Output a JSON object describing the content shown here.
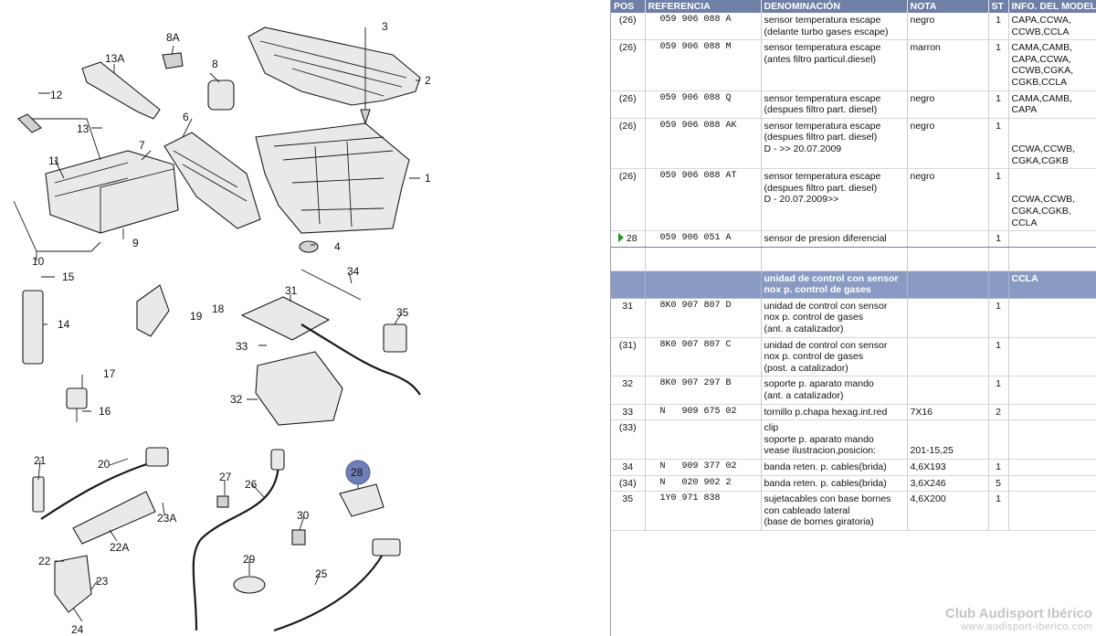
{
  "diagram": {
    "callouts": [
      "1",
      "2",
      "3",
      "4",
      "6",
      "7",
      "8",
      "8A",
      "9",
      "10",
      "11",
      "12",
      "13",
      "13A",
      "14",
      "15",
      "16",
      "17",
      "18",
      "19",
      "20",
      "21",
      "22",
      "22A",
      "23",
      "23A",
      "24",
      "25",
      "26",
      "27",
      "28",
      "29",
      "30",
      "31",
      "32",
      "33",
      "34",
      "35"
    ],
    "highlighted_callout": "28"
  },
  "table": {
    "headers": {
      "pos": "POS",
      "referencia": "REFERENCIA",
      "denominacion": "DENOMINACIÓN",
      "nota": "NOTA",
      "st": "ST",
      "info": "INFO. DEL MODELO"
    },
    "rows": [
      {
        "pos": "(26)",
        "ref": "059 906 088 A",
        "den": "sensor temperatura escape\n(delante turbo gases escape)",
        "nota": "negro",
        "st": "1",
        "info": "CAPA,CCWA,\nCCWB,CCLA"
      },
      {
        "pos": "(26)",
        "ref": "059 906 088 M",
        "den": "sensor temperatura escape\n(antes filtro particul.diesel)",
        "nota": "marron",
        "st": "1",
        "info": "CAMA,CAMB,\nCAPA,CCWA,\nCCWB,CGKA,\nCGKB,CCLA"
      },
      {
        "pos": "(26)",
        "ref": "059 906 088 Q",
        "den": "sensor temperatura escape\n(despues filtro part. diesel)",
        "nota": "negro",
        "st": "1",
        "info": "CAMA,CAMB,\nCAPA"
      },
      {
        "pos": "(26)",
        "ref": "059 906 088 AK",
        "den": "sensor temperatura escape\n(despues filtro part. diesel)\nD -          >>  20.07.2009",
        "nota": "negro",
        "st": "\n\n1",
        "info": "\n\nCCWA,CCWB,\nCGKA,CGKB"
      },
      {
        "pos": "(26)",
        "ref": "059 906 088 AT",
        "den": "sensor temperatura escape\n(despues filtro part. diesel)\nD - 20.07.2009>>",
        "nota": "negro",
        "st": "\n\n1",
        "info": "\n\nCCWA,CCWB,\nCGKA,CGKB,\nCCLA"
      },
      {
        "pos": "28",
        "ref": "059 906 051 A",
        "den": "sensor de presion diferencial",
        "nota": "",
        "st": "1",
        "info": "",
        "selected": true
      },
      {
        "pos": "",
        "ref": "",
        "den": "",
        "nota": "",
        "st": "",
        "info": "",
        "spacer": true
      },
      {
        "pos": "",
        "ref": "",
        "den": "unidad de control con sensor\nnox p. control de gases",
        "nota": "",
        "st": "",
        "info": "CCLA",
        "group": true
      },
      {
        "pos": "31",
        "ref": "8K0 907 807 D",
        "den": "unidad de control con sensor\nnox p. control de gases\n(ant. a catalizador)",
        "nota": "",
        "st": "1",
        "info": ""
      },
      {
        "pos": "(31)",
        "ref": "8K0 907 807 C",
        "den": "unidad de control con sensor\nnox p. control de gases\n(post. a catalizador)",
        "nota": "",
        "st": "1",
        "info": ""
      },
      {
        "pos": "32",
        "ref": "8K0 907 297 B",
        "den": "soporte p. aparato mando\n(ant. a catalizador)",
        "nota": "",
        "st": "1",
        "info": ""
      },
      {
        "pos": "33",
        "ref": "N   909 675 02",
        "den": "tornillo p.chapa hexag.int.red",
        "nota": "7X16",
        "st": "2",
        "info": ""
      },
      {
        "pos": "(33)",
        "ref": "",
        "den": "clip\nsoporte p. aparato mando\n  vease ilustracion,posicion:",
        "nota": "\n\n201-15,25",
        "st": "",
        "info": ""
      },
      {
        "pos": "34",
        "ref": "N   909 377 02",
        "den": "banda reten. p. cables(brida)",
        "nota": "4,6X193",
        "st": "1",
        "info": ""
      },
      {
        "pos": "(34)",
        "ref": "N   020 902 2",
        "den": "banda reten. p. cables(brida)",
        "nota": "3,6X246",
        "st": "5",
        "info": ""
      },
      {
        "pos": "35",
        "ref": "1Y0 971 838",
        "den": "sujetacables con base bornes\ncon cableado lateral\n(base de bornes giratoria)",
        "nota": "4,6X200",
        "st": "1",
        "info": ""
      }
    ]
  },
  "watermark": {
    "line1": "Club Audisport Ibérico",
    "line2": "www.audisport-iberico.com"
  }
}
